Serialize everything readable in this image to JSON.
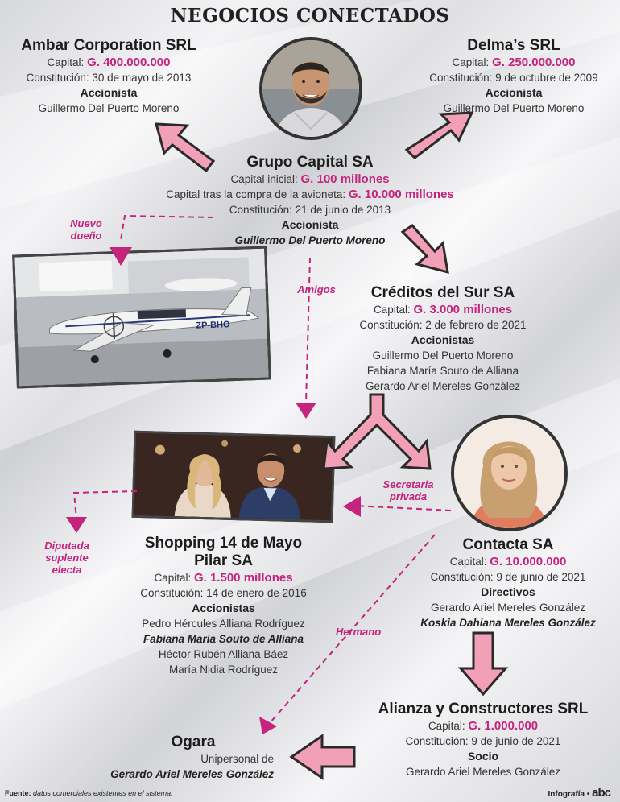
{
  "title": "NEGOCIOS CONECTADOS",
  "colors": {
    "accent": "#c4237e",
    "arrow_fill": "#f2a0b8",
    "arrow_stroke": "#2a2a2a"
  },
  "ambar": {
    "name": "Ambar Corporation SRL",
    "capital_label": "Capital:",
    "capital_value": "G. 400.000.000",
    "constitution": "Constitución: 30 de mayo de 2013",
    "role": "Accionista",
    "people": [
      "Guillermo Del Puerto Moreno"
    ]
  },
  "delmas": {
    "name": "Delma’s SRL",
    "capital_label": "Capital:",
    "capital_value": "G. 250.000.000",
    "constitution": "Constitución: 9 de octubre de 2009",
    "role": "Accionista",
    "people": [
      "Guillermo Del Puerto Moreno"
    ]
  },
  "grupo": {
    "name": "Grupo Capital SA",
    "capital_label": "Capital inicial:",
    "capital_value": "G. 100 millones",
    "capital2_label": "Capital tras la compra de la avioneta:",
    "capital2_value": "G. 10.000 millones",
    "constitution": "Constitución: 21 de junio de 2013",
    "role": "Accionista",
    "people": [
      "Guillermo Del Puerto Moreno"
    ]
  },
  "creditos": {
    "name": "Créditos del Sur SA",
    "capital_label": "Capital:",
    "capital_value": "G. 3.000 millones",
    "constitution": "Constitución: 2 de febrero de 2021",
    "role": "Accionistas",
    "people": [
      "Guillermo Del Puerto Moreno",
      "Fabiana María Souto de Alliana",
      "Gerardo Ariel Mereles González"
    ]
  },
  "shopping": {
    "name_line1": "Shopping 14 de Mayo",
    "name_line2": "Pilar SA",
    "capital_label": "Capital:",
    "capital_value": "G. 1.500 millones",
    "constitution": "Constitución: 14 de enero de 2016",
    "role": "Accionistas",
    "people": [
      "Pedro Hércules Alliana Rodríguez",
      "Fabiana María Souto de Alliana",
      "Héctor Rubén Alliana Báez",
      "María Nidia Rodríguez"
    ]
  },
  "contacta": {
    "name": "Contacta SA",
    "capital_label": "Capital:",
    "capital_value": "G. 10.000.000",
    "constitution": "Constitución: 9 de junio de 2021",
    "role": "Directivos",
    "people": [
      "Gerardo Ariel Mereles González",
      "Koskia Dahiana Mereles González"
    ]
  },
  "alianza": {
    "name": "Alianza y Constructores SRL",
    "capital_label": "Capital:",
    "capital_value": "G. 1.000.000",
    "constitution": "Constitución:  9 de junio de 2021",
    "role": "Socio",
    "people": [
      "Gerardo Ariel Mereles González"
    ]
  },
  "ogara": {
    "name": "Ogara",
    "line": "Unipersonal de",
    "person": "Gerardo Ariel Mereles González"
  },
  "tags": {
    "nuevo_line1": "Nuevo",
    "nuevo_line2": "dueño",
    "amigos": "Amigos",
    "secretaria_line1": "Secretaria",
    "secretaria_line2": "privada",
    "diputada_line1": "Diputada",
    "diputada_line2": "suplente",
    "diputada_line3": "electa",
    "hermano": "Hermano"
  },
  "photos": {
    "plane_registration": "ZP-BHO"
  },
  "footer": {
    "source_label": "Fuente:",
    "source_text": "datos comerciales existentes en el sistema.",
    "credit": "Infografía •",
    "logo": "abc"
  }
}
